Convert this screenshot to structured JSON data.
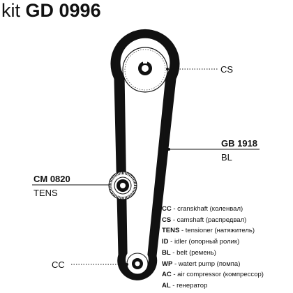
{
  "title": {
    "prefix": "kit",
    "code": "GD 0996"
  },
  "labels": {
    "cs": "CS",
    "belt_code": "GB 1918",
    "belt_type": "BL",
    "tens_code": "CM 0820",
    "tens_type": "TENS",
    "cc": "CC"
  },
  "legend": [
    {
      "code": "CC",
      "text": " - cranskhaft (коленвал)"
    },
    {
      "code": "CS",
      "text": " - camshaft (распредвал)"
    },
    {
      "code": "TENS",
      "text": " - tensioner (натяжитель)"
    },
    {
      "code": "ID",
      "text": " - idler (опорный ролик)"
    },
    {
      "code": "BL",
      "text": " - belt (ремень)"
    },
    {
      "code": "WP",
      "text": " - watert pump (помпа)"
    },
    {
      "code": "AC",
      "text": " - air compressor (компрессор)"
    },
    {
      "code": "AL",
      "text": " - генератор"
    }
  ],
  "colors": {
    "ink": "#111111",
    "background": "#ffffff"
  }
}
